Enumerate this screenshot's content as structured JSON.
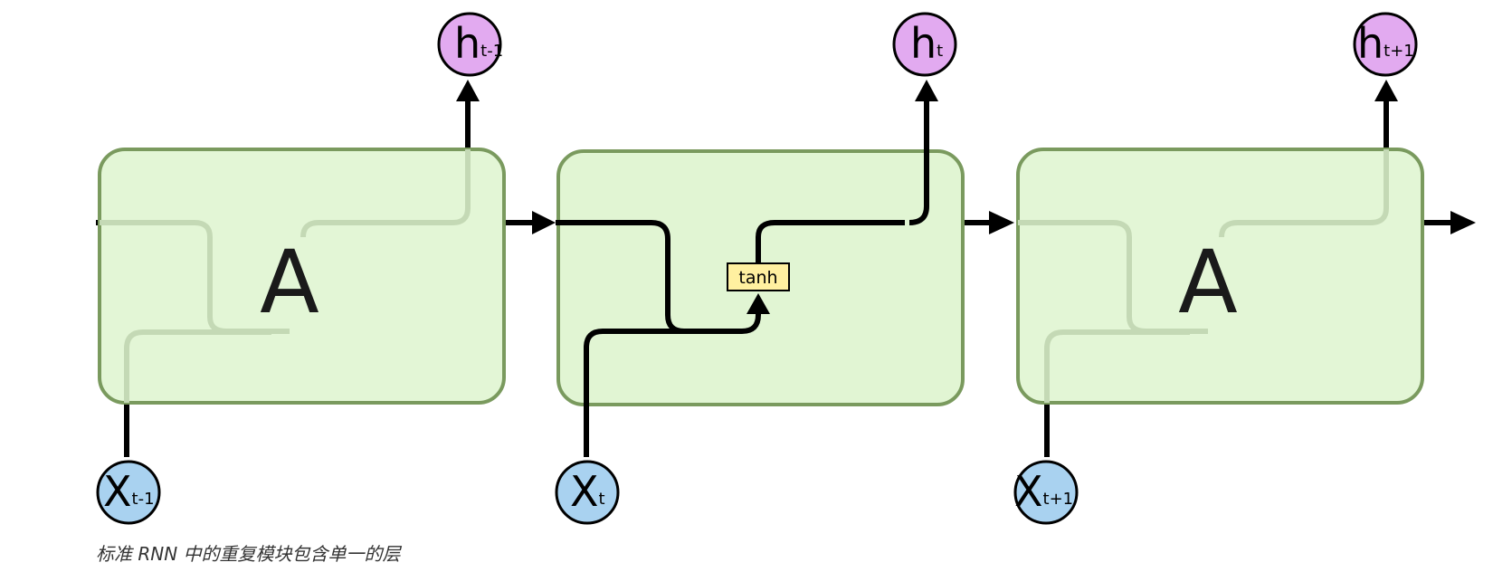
{
  "diagram": {
    "cells": [
      {
        "label": "A"
      },
      {
        "label": ""
      },
      {
        "label": "A"
      }
    ],
    "layer": {
      "label": "tanh"
    },
    "inputs": [
      {
        "symbol": "X",
        "subscript": "t-1"
      },
      {
        "symbol": "X",
        "subscript": "t"
      },
      {
        "symbol": "X",
        "subscript": "t+1"
      }
    ],
    "outputs": [
      {
        "symbol": "h",
        "subscript": "t-1"
      },
      {
        "symbol": "h",
        "subscript": "t"
      },
      {
        "symbol": "h",
        "subscript": "t+1"
      }
    ],
    "colors": {
      "cell_fill": "#e1f5d3",
      "cell_stroke": "#7a9a5e",
      "layer_fill": "#fff0a0",
      "input_fill": "#a9d2f0",
      "output_fill": "#e2aaf0",
      "line": "#000000",
      "faded_line": "#c4d9b5"
    }
  },
  "caption": "标准 RNN 中的重复模块包含单一的层"
}
